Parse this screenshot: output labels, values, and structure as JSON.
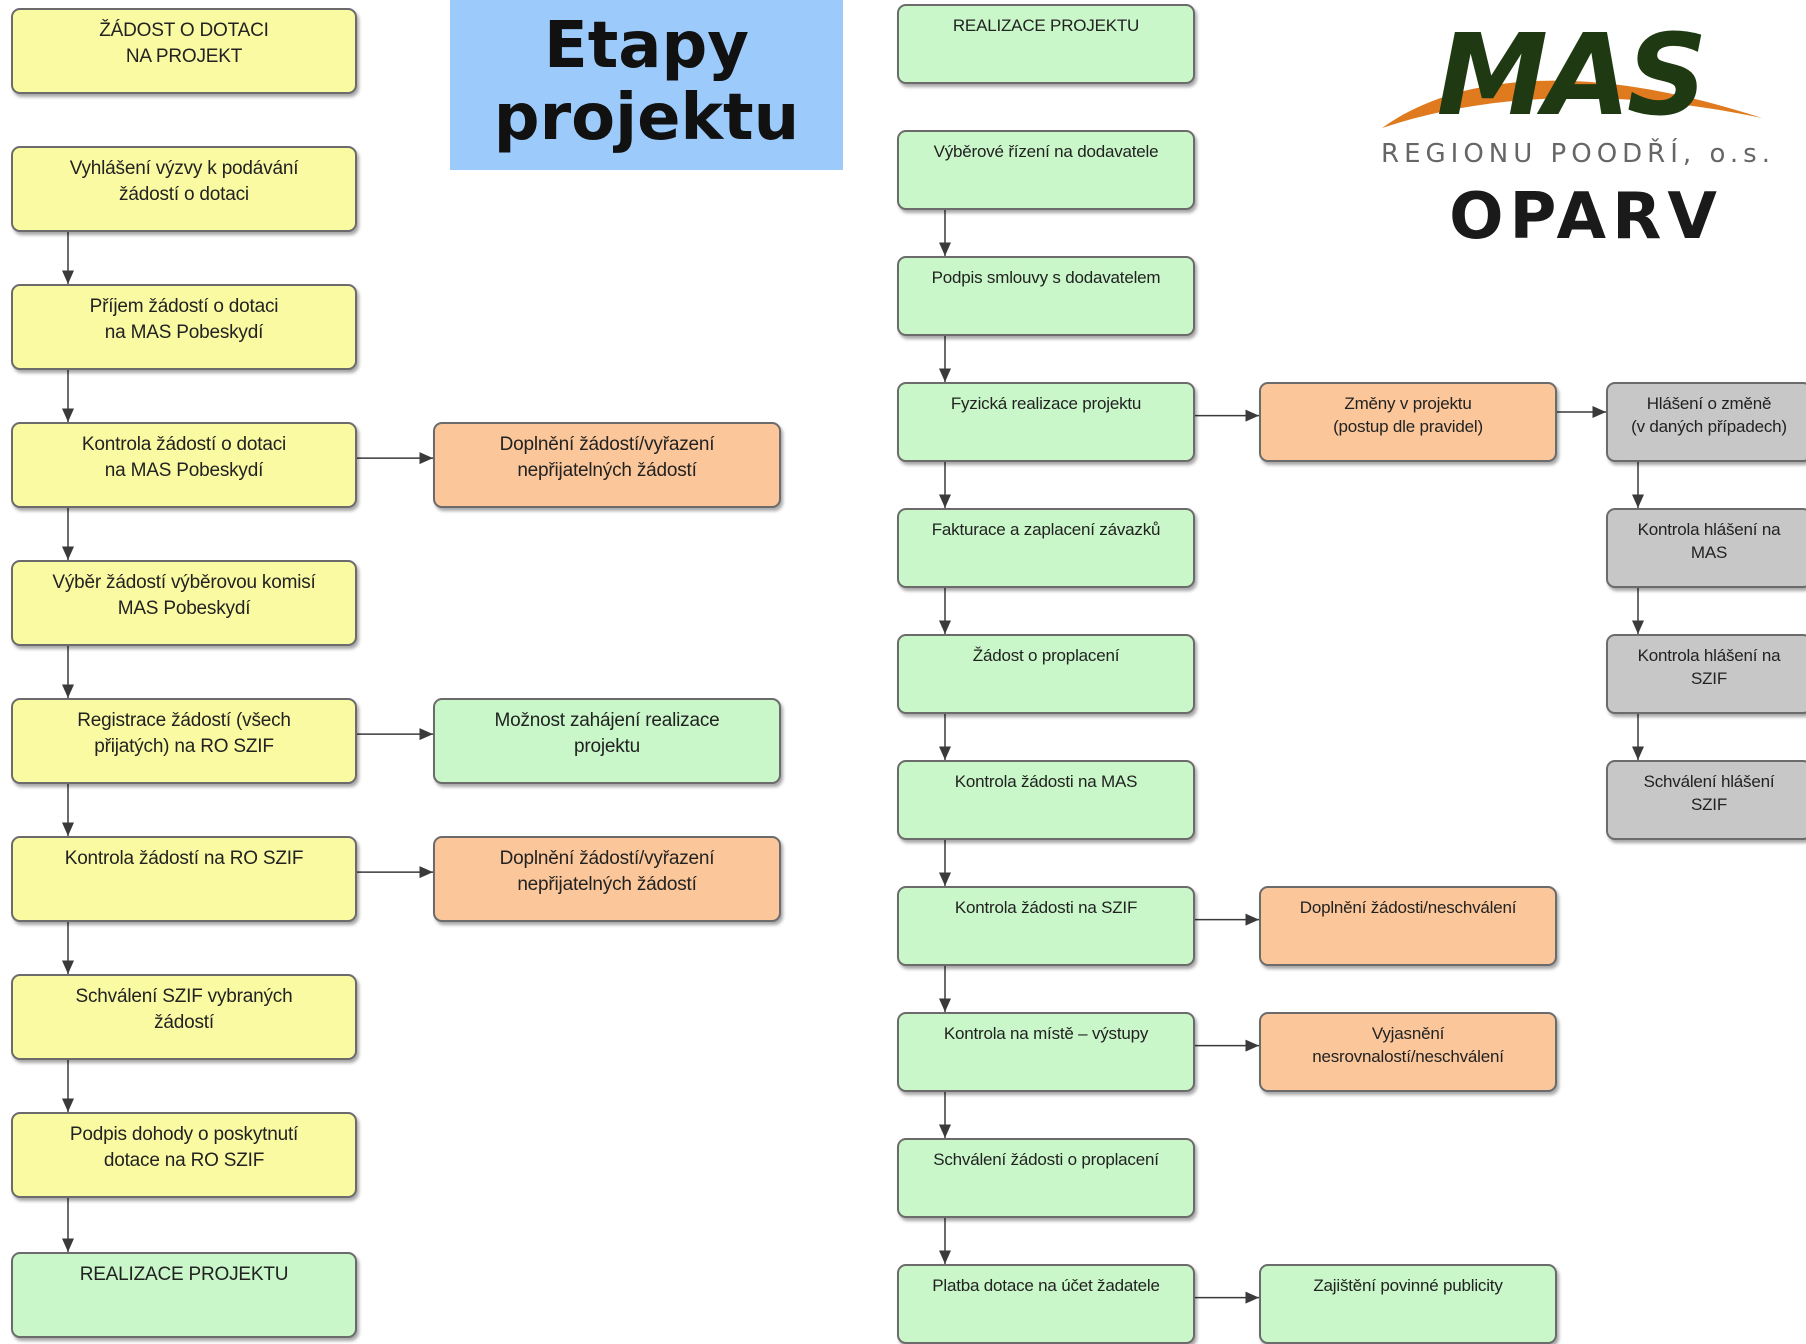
{
  "title": "Etapy\nprojektu",
  "logo": {
    "mark": "MAS",
    "subtitle": "REGIONU POODŘÍ, o.s.",
    "oparv": "OPARV",
    "colors": {
      "green": "#1f3a12",
      "orange": "#e07a1f",
      "grey": "#666666"
    }
  },
  "colors": {
    "yellow": "#fafaa3",
    "green": "#c9f7c9",
    "orange": "#fbc79a",
    "grey": "#c7c7c7",
    "title_bg": "#9ccafb"
  },
  "left_column": [
    {
      "id": "l0",
      "label": "ŽÁDOST O DOTACI\nNA PROJEKT",
      "color": "yellow"
    },
    {
      "id": "l1",
      "label": "Vyhlášení výzvy k podávání\nžádostí o dotaci",
      "color": "yellow"
    },
    {
      "id": "l2",
      "label": "Příjem žádostí o dotaci\nna MAS Pobeskydí",
      "color": "yellow"
    },
    {
      "id": "l3",
      "label": "Kontrola žádostí o dotaci\nna MAS Pobeskydí",
      "color": "yellow"
    },
    {
      "id": "l4",
      "label": "Výběr žádostí výběrovou komisí\nMAS Pobeskydí",
      "color": "yellow"
    },
    {
      "id": "l5",
      "label": "Registrace žádostí (všech\npřijatých) na RO SZIF",
      "color": "yellow"
    },
    {
      "id": "l6",
      "label": "Kontrola žádostí na RO SZIF",
      "color": "yellow"
    },
    {
      "id": "l7",
      "label": "Schválení SZIF vybraných\nžádostí",
      "color": "yellow"
    },
    {
      "id": "l8",
      "label": "Podpis dohody o poskytnutí\ndotace na RO SZIF",
      "color": "yellow"
    },
    {
      "id": "l9",
      "label": "REALIZACE PROJEKTU",
      "color": "green"
    }
  ],
  "left_side": [
    {
      "id": "ls3",
      "label": "Doplnění žádostí/vyřazení\nnepřijatelných žádostí",
      "color": "orange"
    },
    {
      "id": "ls5",
      "label": "Možnost zahájení realizace\nprojektu",
      "color": "green"
    },
    {
      "id": "ls6",
      "label": "Doplnění žádostí/vyřazení\nnepřijatelných žádostí",
      "color": "orange"
    }
  ],
  "mid_column": [
    {
      "id": "m0",
      "label": "REALIZACE PROJEKTU",
      "color": "green"
    },
    {
      "id": "m1",
      "label": "Výběrové řízení na dodavatele",
      "color": "green"
    },
    {
      "id": "m2",
      "label": "Podpis smlouvy s dodavatelem",
      "color": "green"
    },
    {
      "id": "m3",
      "label": "Fyzická realizace projektu",
      "color": "green"
    },
    {
      "id": "m4",
      "label": "Fakturace a zaplacení závazků",
      "color": "green"
    },
    {
      "id": "m5",
      "label": "Žádost o proplacení",
      "color": "green"
    },
    {
      "id": "m6",
      "label": "Kontrola žádosti na MAS",
      "color": "green"
    },
    {
      "id": "m7",
      "label": "Kontrola žádosti na SZIF",
      "color": "green"
    },
    {
      "id": "m8",
      "label": "Kontrola na místě – výstupy",
      "color": "green"
    },
    {
      "id": "m9",
      "label": "Schválení žádosti o proplacení",
      "color": "green"
    },
    {
      "id": "m10",
      "label": "Platba dotace na účet žadatele",
      "color": "green"
    }
  ],
  "mid_side": [
    {
      "id": "ms3",
      "label": "Změny v projektu\n(postup dle pravidel)",
      "color": "orange"
    },
    {
      "id": "ms7",
      "label": "Doplnění žádosti/neschválení",
      "color": "orange"
    },
    {
      "id": "ms8",
      "label": "Vyjasnění\nnesrovnalostí/neschválení",
      "color": "orange"
    },
    {
      "id": "ms10",
      "label": "Zajištění povinné publicity",
      "color": "green"
    }
  ],
  "right_column": [
    {
      "id": "r0",
      "label": "Hlášení o změně\n(v daných případech)",
      "color": "grey"
    },
    {
      "id": "r1",
      "label": "Kontrola hlášení na\nMAS",
      "color": "grey"
    },
    {
      "id": "r2",
      "label": "Kontrola hlášení na\nSZIF",
      "color": "grey"
    },
    {
      "id": "r3",
      "label": "Schválení hlášení\nSZIF",
      "color": "grey"
    }
  ],
  "edges": [
    [
      "l1",
      "l2"
    ],
    [
      "l2",
      "l3"
    ],
    [
      "l3",
      "l4"
    ],
    [
      "l4",
      "l5"
    ],
    [
      "l5",
      "l6"
    ],
    [
      "l6",
      "l7"
    ],
    [
      "l7",
      "l8"
    ],
    [
      "l8",
      "l9"
    ],
    [
      "l3",
      "ls3"
    ],
    [
      "l5",
      "ls5"
    ],
    [
      "l6",
      "ls6"
    ],
    [
      "m1",
      "m2"
    ],
    [
      "m2",
      "m3"
    ],
    [
      "m3",
      "m4"
    ],
    [
      "m4",
      "m5"
    ],
    [
      "m5",
      "m6"
    ],
    [
      "m6",
      "m7"
    ],
    [
      "m7",
      "m8"
    ],
    [
      "m8",
      "m9"
    ],
    [
      "m9",
      "m10"
    ],
    [
      "m3",
      "ms3"
    ],
    [
      "m7",
      "ms7"
    ],
    [
      "m8",
      "ms8"
    ],
    [
      "m10",
      "ms10"
    ],
    [
      "ms3",
      "r0"
    ],
    [
      "r0",
      "r1"
    ],
    [
      "r1",
      "r2"
    ],
    [
      "r2",
      "r3"
    ]
  ]
}
